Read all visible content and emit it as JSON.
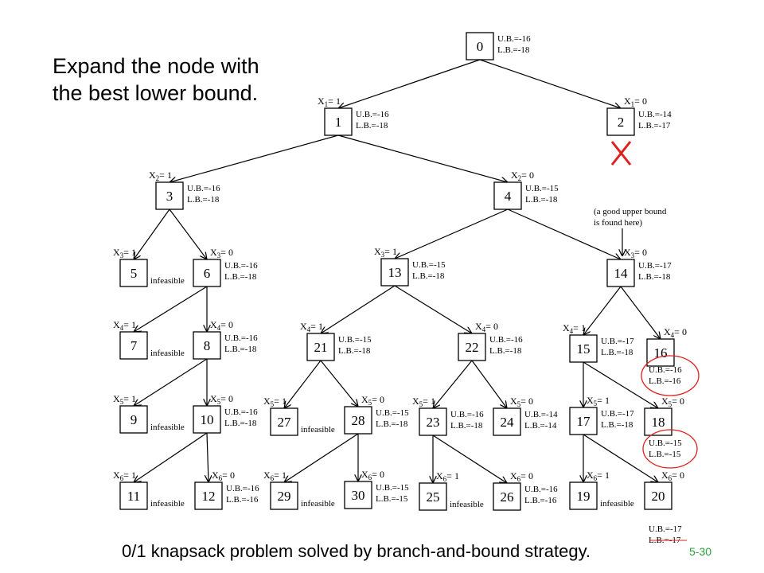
{
  "heading": {
    "line1": "Expand the node with",
    "line2": "the best lower bound."
  },
  "caption": "0/1 knapsack problem solved by branch-and-bound strategy.",
  "slide_number": "5-30",
  "annotation_good_bound": {
    "line1": "(a good upper bound",
    "line2": "is found here)"
  },
  "nodes": [
    {
      "id": "0",
      "ub": "U.B.=-16",
      "lb": "L.B.=-18"
    },
    {
      "id": "1",
      "ub": "U.B.=-16",
      "lb": "L.B.=-18"
    },
    {
      "id": "2",
      "ub": "U.B.=-14",
      "lb": "L.B.=-17"
    },
    {
      "id": "3",
      "ub": "U.B.=-16",
      "lb": "L.B.=-18"
    },
    {
      "id": "4",
      "ub": "U.B.=-15",
      "lb": "L.B.=-18"
    },
    {
      "id": "5",
      "note": "infeasible"
    },
    {
      "id": "6",
      "ub": "U.B.=-16",
      "lb": "L.B.=-18"
    },
    {
      "id": "13",
      "ub": "U.B.=-15",
      "lb": "L.B.=-18"
    },
    {
      "id": "14",
      "ub": "U.B.=-17",
      "lb": "L.B.=-18"
    },
    {
      "id": "7",
      "note": "infeasible"
    },
    {
      "id": "8",
      "ub": "U.B.=-16",
      "lb": "L.B.=-18"
    },
    {
      "id": "21",
      "ub": "U.B.=-15",
      "lb": "L.B.=-18"
    },
    {
      "id": "22",
      "ub": "U.B.=-16",
      "lb": "L.B.=-18"
    },
    {
      "id": "15",
      "ub": "U.B.=-17",
      "lb": "L.B.=-18"
    },
    {
      "id": "16",
      "ub": "U.B.=-16",
      "lb": "L.B.=-16",
      "circled": true
    },
    {
      "id": "9",
      "note": "infeasible"
    },
    {
      "id": "10",
      "ub": "U.B.=-16",
      "lb": "L.B.=-18"
    },
    {
      "id": "27",
      "note": "infeasible"
    },
    {
      "id": "28",
      "ub": "U.B.=-15",
      "lb": "L.B.=-18"
    },
    {
      "id": "23",
      "ub": "U.B.=-16",
      "lb": "L.B.=-18"
    },
    {
      "id": "24",
      "ub": "U.B.=-14",
      "lb": "L.B.=-14"
    },
    {
      "id": "17",
      "ub": "U.B.=-17",
      "lb": "L.B.=-18"
    },
    {
      "id": "18",
      "ub": "U.B.=-15",
      "lb": "L.B.=-15",
      "circled": true
    },
    {
      "id": "11",
      "note": "infeasible"
    },
    {
      "id": "12",
      "ub": "U.B.=-16",
      "lb": "L.B.=-16"
    },
    {
      "id": "29",
      "note": "infeasible"
    },
    {
      "id": "30",
      "ub": "U.B.=-15",
      "lb": "L.B.=-15"
    },
    {
      "id": "25",
      "note": "infeasible"
    },
    {
      "id": "26",
      "ub": "U.B.=-16",
      "lb": "L.B.=-16"
    },
    {
      "id": "19",
      "note": "infeasible"
    },
    {
      "id": "20",
      "ub": "U.B.=-17",
      "lb": "L.B.=-17"
    }
  ],
  "edges": [
    {
      "from": "0",
      "to": "1",
      "var": "1",
      "val": "1"
    },
    {
      "from": "0",
      "to": "2",
      "var": "1",
      "val": "0"
    },
    {
      "from": "1",
      "to": "3",
      "var": "2",
      "val": "1"
    },
    {
      "from": "1",
      "to": "4",
      "var": "2",
      "val": "0"
    },
    {
      "from": "3",
      "to": "5",
      "var": "3",
      "val": "1"
    },
    {
      "from": "3",
      "to": "6",
      "var": "3",
      "val": "0"
    },
    {
      "from": "4",
      "to": "13",
      "var": "3",
      "val": "1"
    },
    {
      "from": "4",
      "to": "14",
      "var": "3",
      "val": "0"
    },
    {
      "from": "6",
      "to": "7",
      "var": "4",
      "val": "1"
    },
    {
      "from": "6",
      "to": "8",
      "var": "4",
      "val": "0"
    },
    {
      "from": "13",
      "to": "21",
      "var": "4",
      "val": "1"
    },
    {
      "from": "13",
      "to": "22",
      "var": "4",
      "val": "0"
    },
    {
      "from": "14",
      "to": "15",
      "var": "4",
      "val": "1"
    },
    {
      "from": "14",
      "to": "16",
      "var": "4",
      "val": "0"
    },
    {
      "from": "8",
      "to": "9",
      "var": "5",
      "val": "1"
    },
    {
      "from": "8",
      "to": "10",
      "var": "5",
      "val": "0"
    },
    {
      "from": "21",
      "to": "27",
      "var": "5",
      "val": "1"
    },
    {
      "from": "21",
      "to": "28",
      "var": "5",
      "val": "0"
    },
    {
      "from": "22",
      "to": "23",
      "var": "5",
      "val": "1"
    },
    {
      "from": "22",
      "to": "24",
      "var": "5",
      "val": "0"
    },
    {
      "from": "15",
      "to": "17",
      "var": "5",
      "val": "1"
    },
    {
      "from": "15",
      "to": "18",
      "var": "5",
      "val": "0"
    },
    {
      "from": "10",
      "to": "11",
      "var": "6",
      "val": "1"
    },
    {
      "from": "10",
      "to": "12",
      "var": "6",
      "val": "0"
    },
    {
      "from": "28",
      "to": "29",
      "var": "6",
      "val": "1"
    },
    {
      "from": "28",
      "to": "30",
      "var": "6",
      "val": "0"
    },
    {
      "from": "23",
      "to": "25",
      "var": "6",
      "val": "1"
    },
    {
      "from": "23",
      "to": "26",
      "var": "6",
      "val": "0"
    },
    {
      "from": "17",
      "to": "19",
      "var": "6",
      "val": "1"
    },
    {
      "from": "17",
      "to": "20",
      "var": "6",
      "val": "0"
    }
  ]
}
